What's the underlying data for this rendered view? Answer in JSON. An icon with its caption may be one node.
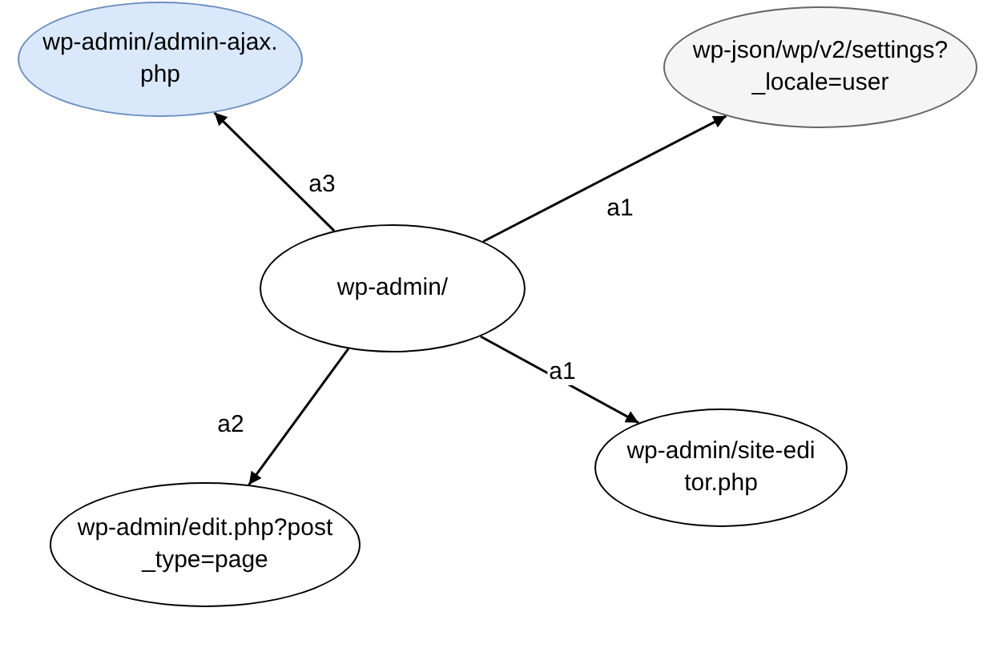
{
  "diagram": {
    "nodes": [
      {
        "text": [
          "wp-admin/"
        ]
      },
      {
        "text": [
          "wp-admin/admin-ajax.php"
        ]
      },
      {
        "text": [
          "wp-json/wp/v2/settings?_locale=user"
        ]
      },
      {
        "text": [
          "wp-admin/site-editor.php"
        ]
      },
      {
        "text": [
          "wp-admin/edit.php?post_type=page"
        ]
      }
    ],
    "edges": [
      {
        "from": 0,
        "to": 1,
        "arrow": "to",
        "label": "a3"
      },
      {
        "from": 0,
        "to": 2,
        "arrow": "to",
        "label": "a1"
      },
      {
        "from": 0,
        "to": 3,
        "arrow": "to",
        "label": "a1"
      },
      {
        "from": 0,
        "to": 4,
        "arrow": "to",
        "label": "a2"
      }
    ]
  }
}
